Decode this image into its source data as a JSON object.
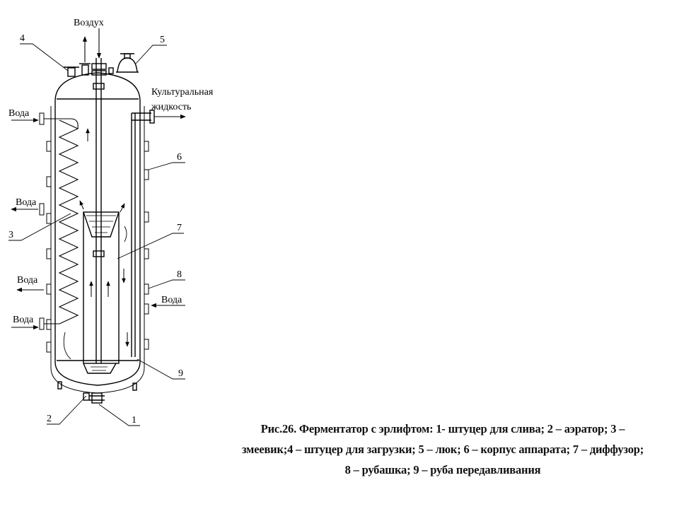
{
  "labels": {
    "air": "Воздух",
    "culture_line1": "Культуральная",
    "culture_line2": "жидкость",
    "water_in_top": "Вода",
    "water_out_mid": "Вода",
    "water_out_low": "Вода",
    "water_in_bottom": "Вода",
    "water_in_right": "Вода",
    "n1": "1",
    "n2": "2",
    "n3": "3",
    "n4": "4",
    "n5": "5",
    "n6": "6",
    "n7": "7",
    "n8": "8",
    "n9": "9"
  },
  "caption": {
    "line1": "Рис.26. Ферментатор с эрлифтом: 1- штуцер для слива; 2 – аэратор; 3 –",
    "line2": "змеевик;4 – штуцер для загрузки; 5 – люк; 6 – корпус аппарата; 7 – диффузор;",
    "line3": "8 – рубашка; 9 – руба передавливания"
  }
}
